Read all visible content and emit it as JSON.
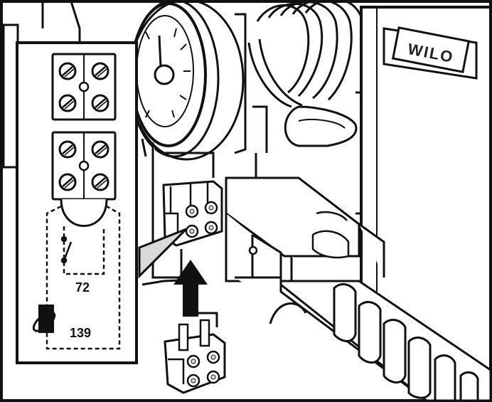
{
  "labels": {
    "switch_terminal": "72",
    "sensor_terminal": "139",
    "brand": "WILO"
  },
  "icons": {
    "inset_terminal_block": "terminal-block-icon",
    "switch_symbol": "switch-icon",
    "sensor_symbol": "sensor-icon",
    "insert_arrow": "arrow-up-icon",
    "loose_connector": "connector-plug-icon"
  },
  "colors": {
    "line": "#111111",
    "fill": "#ffffff",
    "shade": "#d9d9d9"
  }
}
